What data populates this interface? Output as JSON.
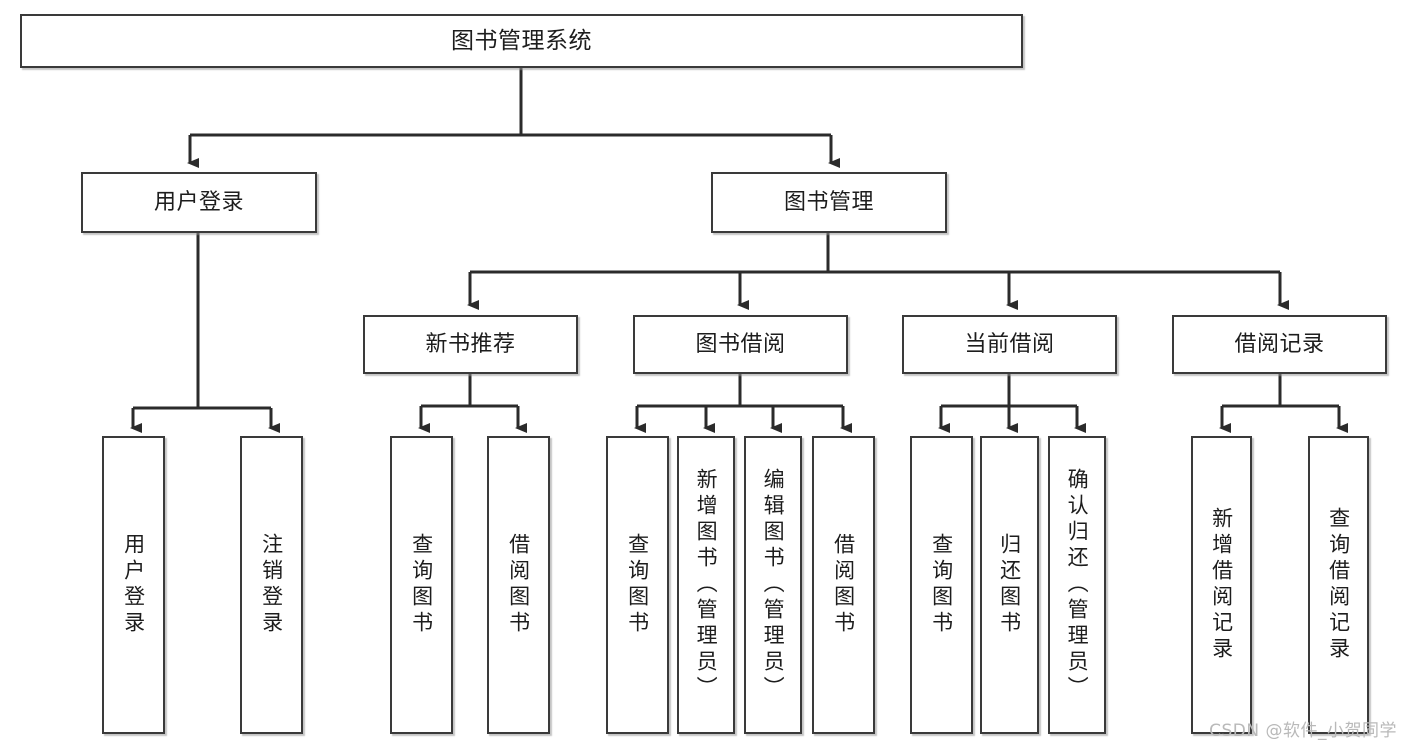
{
  "diagram": {
    "type": "tree-hierarchy-flowchart",
    "root": {
      "id": "root",
      "label": "图书管理系统",
      "level": 1
    },
    "level2": [
      {
        "id": "user-login",
        "label": "用户登录",
        "level": 2
      },
      {
        "id": "book-manage",
        "label": "图书管理",
        "level": 2
      }
    ],
    "level3": [
      {
        "id": "new-book-recommend",
        "label": "新书推荐",
        "level": 3,
        "parent": "book-manage"
      },
      {
        "id": "book-borrow",
        "label": "图书借阅",
        "level": 3,
        "parent": "book-manage"
      },
      {
        "id": "current-borrow",
        "label": "当前借阅",
        "level": 3,
        "parent": "book-manage"
      },
      {
        "id": "borrow-record",
        "label": "借阅记录",
        "level": 3,
        "parent": "book-manage"
      }
    ],
    "leaves": [
      {
        "id": "leaf-user-login",
        "label": "用户登录",
        "parent": "user-login"
      },
      {
        "id": "leaf-logout-login",
        "label": "注销登录",
        "parent": "user-login"
      },
      {
        "id": "leaf-query-book-1",
        "label": "查询图书",
        "parent": "new-book-recommend"
      },
      {
        "id": "leaf-borrow-book-1",
        "label": "借阅图书",
        "parent": "new-book-recommend"
      },
      {
        "id": "leaf-query-book-2",
        "label": "查询图书",
        "parent": "book-borrow"
      },
      {
        "id": "leaf-add-book",
        "label": "新增图书（管理员）",
        "parent": "book-borrow"
      },
      {
        "id": "leaf-edit-book",
        "label": "编辑图书（管理员）",
        "parent": "book-borrow"
      },
      {
        "id": "leaf-borrow-book-2",
        "label": "借阅图书",
        "parent": "book-borrow"
      },
      {
        "id": "leaf-query-book-3",
        "label": "查询图书",
        "parent": "current-borrow"
      },
      {
        "id": "leaf-return-book",
        "label": "归还图书",
        "parent": "current-borrow"
      },
      {
        "id": "leaf-confirm-return",
        "label": "确认归还（管理员）",
        "parent": "current-borrow"
      },
      {
        "id": "leaf-add-record",
        "label": "新增借阅记录",
        "parent": "borrow-record"
      },
      {
        "id": "leaf-query-record",
        "label": "查询借阅记录",
        "parent": "borrow-record"
      }
    ]
  },
  "watermark": {
    "text": "CSDN @软件_小贺同学"
  },
  "colors": {
    "background": "#ffffff",
    "box_border": "#3a3a3a",
    "box_fill": "#ffffff",
    "edge": "#2b2b2b",
    "text": "#1d1d1d",
    "watermark": "#b9b9b9"
  }
}
